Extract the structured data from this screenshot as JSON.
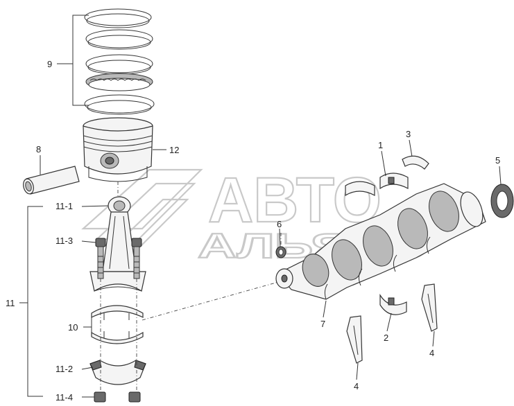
{
  "watermark": {
    "line1": "АВТО",
    "line2": "АЛЬЯНС"
  },
  "callouts": {
    "c1": "1",
    "c2": "2",
    "c3": "3",
    "c4a": "4",
    "c4b": "4",
    "c5": "5",
    "c6": "6",
    "c7": "7",
    "c8": "8",
    "c9": "9",
    "c10": "10",
    "c11": "11",
    "c11_1": "11-1",
    "c11_2": "11-2",
    "c11_3": "11-3",
    "c11_4": "11-4",
    "c12": "12"
  },
  "colors": {
    "line": "#333333",
    "watermark": "#c9c9c9",
    "shade": "#6a6a6a"
  }
}
